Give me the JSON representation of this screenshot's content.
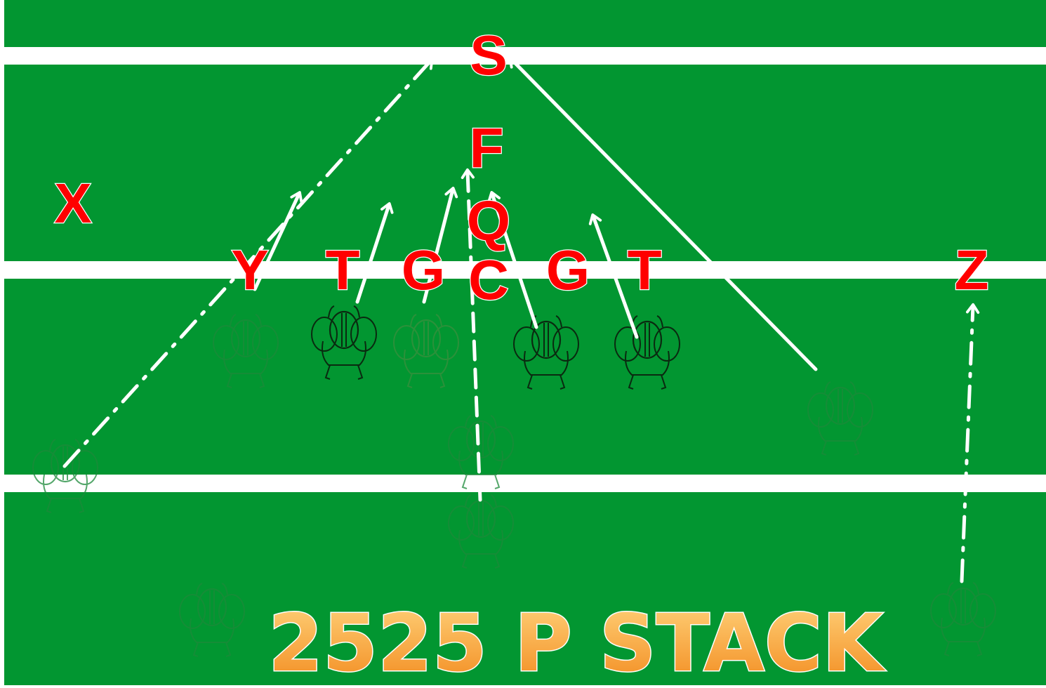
{
  "title": "2525 P STACK",
  "colors": {
    "field": "#029631",
    "yard_line": "#ffffff",
    "defender_letter": "#ff0000",
    "defender_outline": "#ffffff",
    "route": "#ffffff",
    "title_fill_top": "#ffd27a",
    "title_fill_bottom": "#f28a1e",
    "title_stroke": "#ffffff"
  },
  "defenders": {
    "s": "S",
    "f": "F",
    "x": "X",
    "y": "Y",
    "t_left": "T",
    "g_left": "G",
    "q": "Q",
    "c": "C",
    "g_right": "G",
    "t_right": "T",
    "z": "Z"
  },
  "player_icons": {
    "visible": "offensive-player-icon",
    "faded": "offensive-player-icon-faded"
  },
  "route_styles": {
    "solid": "solid",
    "dash_dot": "dash-dot",
    "dashed": "dashed"
  }
}
